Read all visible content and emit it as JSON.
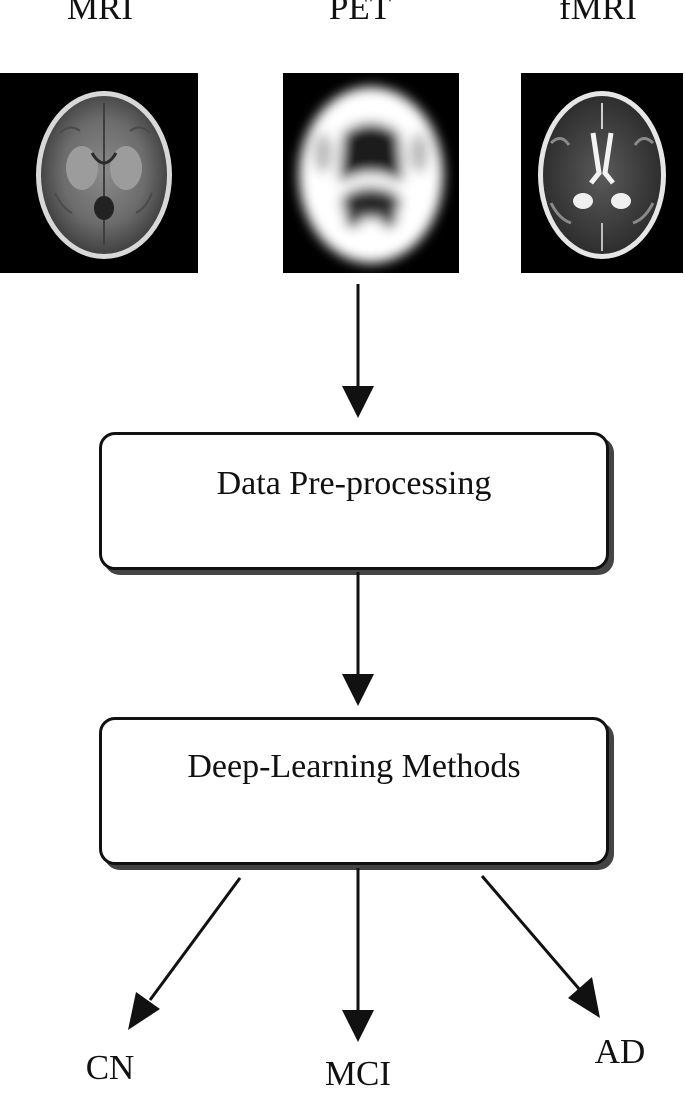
{
  "modalities": {
    "mri": "MRI",
    "pet": "PET",
    "fmri": "fMRI"
  },
  "stages": {
    "preprocessing": "Data Pre-processing",
    "deep_learning": "Deep-Learning Methods"
  },
  "outputs": {
    "cn": "CN",
    "mci": "MCI",
    "ad": "AD"
  },
  "colors": {
    "line": "#111111",
    "box_shadow": "#444444",
    "scan_background": "#000000"
  }
}
